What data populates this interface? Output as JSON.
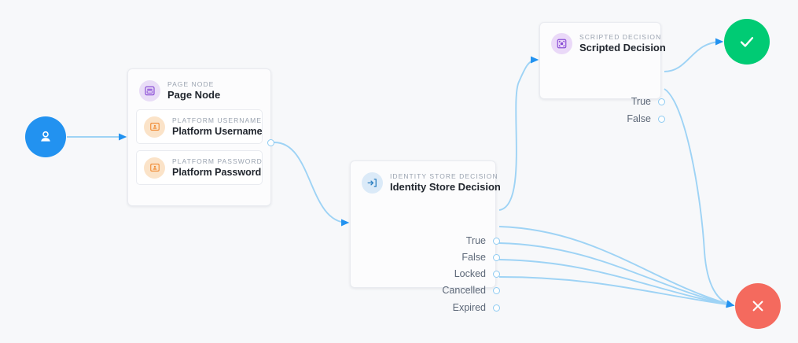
{
  "canvas": {
    "background": "#f7f8fa",
    "edge_color": "#9ed3f5",
    "arrow_color": "#2292f0"
  },
  "nodes": {
    "start": {
      "name": "start-node",
      "icon": "user-icon",
      "color": "#2292f0"
    },
    "page_node": {
      "kicker": "PAGE NODE",
      "title": "Page Node",
      "icon": "page-node-icon",
      "badge_color": "#e9ddf7",
      "icon_color": "#8b4fd6",
      "callouts": [
        {
          "kicker": "PLATFORM USERNAME",
          "title": "Platform Username",
          "icon": "id-card-icon",
          "badge_color": "#fbe3c8",
          "icon_color": "#f08a33"
        },
        {
          "kicker": "PLATFORM PASSWORD",
          "title": "Platform Password",
          "icon": "id-card-icon",
          "badge_color": "#fbe3c8",
          "icon_color": "#f08a33"
        }
      ]
    },
    "identity_store_decision": {
      "kicker": "IDENTITY STORE DECISION",
      "title": "Identity Store Decision",
      "icon": "sign-in-icon",
      "badge_color": "#dbeaf8",
      "icon_color": "#2c7fc0",
      "outcomes": [
        "True",
        "False",
        "Locked",
        "Cancelled",
        "Expired"
      ]
    },
    "scripted_decision": {
      "kicker": "SCRIPTED DECISION",
      "title": "Scripted Decision",
      "icon": "scripted-decision-icon",
      "badge_color": "#ead9f8",
      "icon_color": "#8b4fd6",
      "outcomes": [
        "True",
        "False"
      ]
    },
    "success": {
      "name": "success-node",
      "icon": "check-icon",
      "color": "#00cb74"
    },
    "failure": {
      "name": "failure-node",
      "icon": "close-icon",
      "color": "#f46a5e"
    }
  },
  "edges": [
    {
      "from": "start",
      "to": "page-node"
    },
    {
      "from": "page-node",
      "to": "identity-store-decision"
    },
    {
      "from": "identity-store-decision.True",
      "to": "scripted-decision"
    },
    {
      "from": "identity-store-decision.False",
      "to": "failure-node"
    },
    {
      "from": "identity-store-decision.Locked",
      "to": "failure-node"
    },
    {
      "from": "identity-store-decision.Cancelled",
      "to": "failure-node"
    },
    {
      "from": "identity-store-decision.Expired",
      "to": "failure-node"
    },
    {
      "from": "scripted-decision.True",
      "to": "success-node"
    },
    {
      "from": "scripted-decision.False",
      "to": "failure-node"
    }
  ]
}
